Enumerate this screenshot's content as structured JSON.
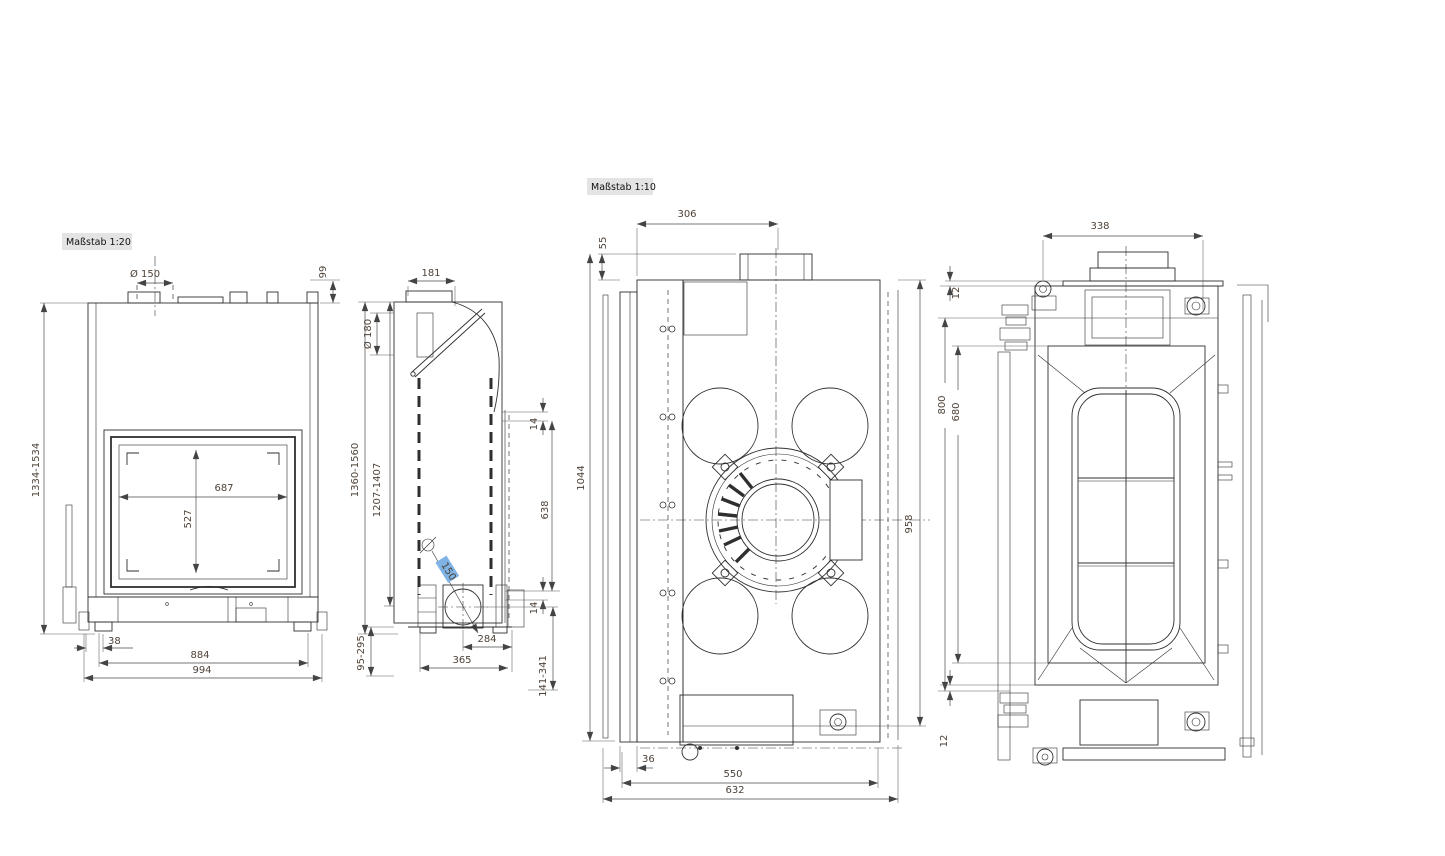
{
  "page": {
    "background": "#ffffff",
    "line_color": "#2f2f2f",
    "dim_text_color": "#4e4238",
    "highlight_color": "#7fb2e5",
    "label_bg": "#e4e4e4"
  },
  "labels": {
    "scale_front": "Maßstab 1:20",
    "scale_plan": "Maßstab 1:10"
  },
  "front_view": {
    "flue_diameter": "Ø 150",
    "collar_height": "99",
    "overall_height_range": "1334-1534",
    "glass_width": "687",
    "glass_height": "527",
    "foot_inset": "38",
    "base_width": "884",
    "overall_width": "994"
  },
  "side_view": {
    "flue_center_offset": "181",
    "rear_flue_diameter": "Ø 180",
    "height_range_outer": "1360-1560",
    "height_range_inner": "1207-1407",
    "glass_top_offset": "14",
    "glass_height": "638",
    "glass_bottom_offset": "14",
    "air_inlet_diameter": "150",
    "air_inlet_center_offset": "284",
    "base_depth": "365",
    "plinth_height_range": "95-295",
    "air_inlet_height_range": "141-341"
  },
  "plan_view": {
    "flue_center_from_left": "306",
    "rear_stub_depth": "55",
    "overall_depth": "1044",
    "body_depth": "958",
    "side_offset": "36",
    "body_width": "550",
    "overall_width": "632"
  },
  "section_view": {
    "flue_box_width": "338",
    "top_plate_offset": "12",
    "inner_width": "680",
    "outer_width": "800",
    "bottom_plate_offset": "12"
  }
}
